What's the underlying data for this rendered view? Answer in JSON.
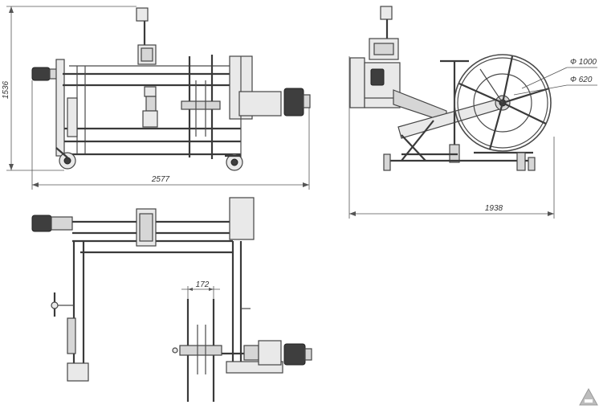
{
  "dimensions": {
    "height_front": "1536",
    "width_front": "2577",
    "width_side": "1938",
    "diameter_outer": "Ф 1000",
    "diameter_inner": "Ф 620",
    "flange_gap": "172"
  },
  "colors": {
    "line": "#4a4a4a",
    "fill_light": "#e9e9e9",
    "fill_mid": "#d6d6d6",
    "fill_dark": "#3e3e3e"
  },
  "icons": [
    "watermark-logo-icon"
  ]
}
